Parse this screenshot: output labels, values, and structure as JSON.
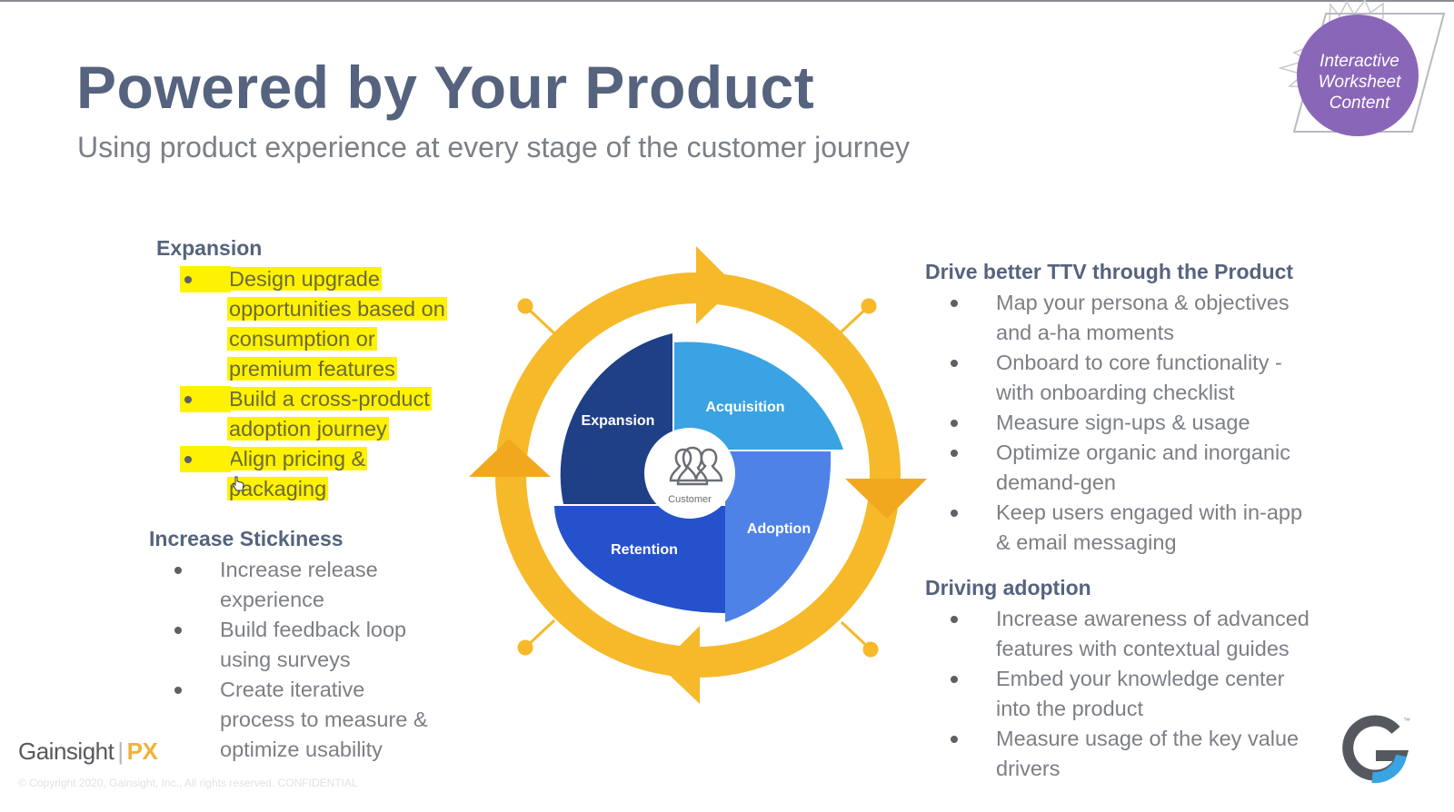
{
  "slide": {
    "title": "Powered by Your Product",
    "subtitle": "Using product experience at every stage of the customer journey"
  },
  "badge": {
    "line1": "Interactive",
    "line2": "Worksheet",
    "line3": "Content",
    "color": "#8a66b8"
  },
  "left": {
    "expansion": {
      "heading": "Expansion",
      "highlight_color": "#fff200",
      "items": [
        {
          "lines": [
            "Design upgrade",
            "opportunities based on",
            "consumption or",
            "premium features"
          ]
        },
        {
          "lines": [
            "Build a cross-product",
            "adoption journey"
          ]
        },
        {
          "lines": [
            "Align pricing &",
            "packaging"
          ]
        }
      ]
    },
    "stickiness": {
      "heading": "Increase Stickiness",
      "items": [
        {
          "lines": [
            "Increase release",
            "experience"
          ]
        },
        {
          "lines": [
            "Build feedback loop",
            "using surveys"
          ]
        },
        {
          "lines": [
            "Create iterative",
            "process to measure &",
            "optimize usability"
          ]
        }
      ]
    }
  },
  "diagram": {
    "center_label": "Customer",
    "ring_color": "#f6b929",
    "segments": [
      {
        "label": "Expansion",
        "color": "#1f3f87"
      },
      {
        "label": "Acquisition",
        "color": "#3aa3e3"
      },
      {
        "label": "Adoption",
        "color": "#4f82e6"
      },
      {
        "label": "Retention",
        "color": "#2552cc"
      }
    ]
  },
  "right": {
    "ttv": {
      "heading": "Drive better TTV through the Product",
      "items": [
        {
          "lines": [
            "Map your persona & objectives",
            "and a-ha moments"
          ]
        },
        {
          "lines": [
            "Onboard to core functionality -",
            "with onboarding checklist"
          ]
        },
        {
          "lines": [
            "Measure sign-ups & usage"
          ]
        },
        {
          "lines": [
            "Optimize organic and inorganic",
            "demand-gen"
          ]
        },
        {
          "lines": [
            "Keep users engaged with in-app",
            "& email messaging"
          ]
        }
      ]
    },
    "adoption": {
      "heading": "Driving adoption",
      "items": [
        {
          "lines": [
            "Increase awareness of advanced",
            "features with contextual guides"
          ]
        },
        {
          "lines": [
            "Embed your knowledge center",
            "into the product"
          ]
        },
        {
          "lines": [
            "Measure usage of the key value",
            "drivers"
          ]
        }
      ]
    }
  },
  "footer": {
    "brand": "Gainsight",
    "separator": "|",
    "product": "PX",
    "copyright": "© Copyright 2020, Gainsight, Inc., All rights reserved. CONFIDENTIAL",
    "tm": "™"
  }
}
